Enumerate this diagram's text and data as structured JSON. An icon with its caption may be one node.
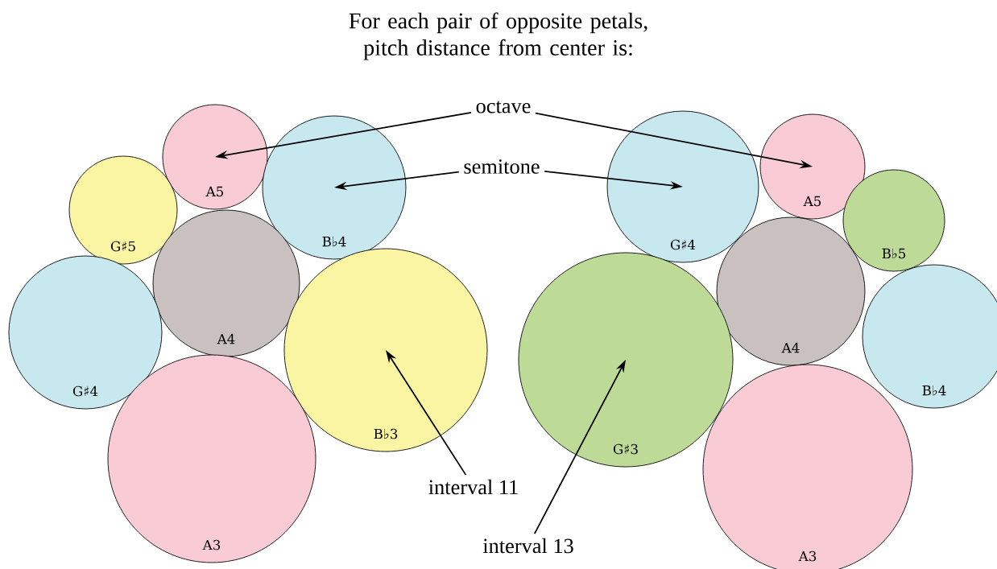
{
  "diagram": {
    "title": "For each pair of opposite petals, pitch distance from center is:",
    "nodes": [
      {
        "text": [
          "A5"
        ]
      },
      {
        "text": [
          "G♯5"
        ]
      },
      {
        "text": [
          "B♭4"
        ]
      },
      {
        "text": [
          "A4"
        ]
      },
      {
        "text": [
          "G♯4"
        ]
      },
      {
        "text": [
          "B♭3"
        ]
      },
      {
        "text": [
          "A3"
        ]
      },
      {
        "text": [
          "G♯4"
        ]
      },
      {
        "text": [
          "A5"
        ]
      },
      {
        "text": [
          "B♭5"
        ]
      },
      {
        "text": [
          "A4"
        ]
      },
      {
        "text": [
          "B♭4"
        ]
      },
      {
        "text": [
          "G♯3"
        ]
      },
      {
        "text": [
          "A3"
        ]
      },
      {
        "text": [
          "octave"
        ]
      },
      {
        "text": [
          "semitone"
        ]
      },
      {
        "text": [
          "interval 11"
        ]
      },
      {
        "text": [
          "interval 13"
        ]
      }
    ],
    "edges": [
      {
        "from": 14,
        "to": 0,
        "arrow": "to"
      },
      {
        "from": 14,
        "to": 8,
        "arrow": "to"
      },
      {
        "from": 15,
        "to": 2,
        "arrow": "to"
      },
      {
        "from": 15,
        "to": 7,
        "arrow": "to"
      },
      {
        "from": 16,
        "to": 5,
        "arrow": "to"
      },
      {
        "from": 17,
        "to": 12,
        "arrow": "to"
      }
    ]
  }
}
